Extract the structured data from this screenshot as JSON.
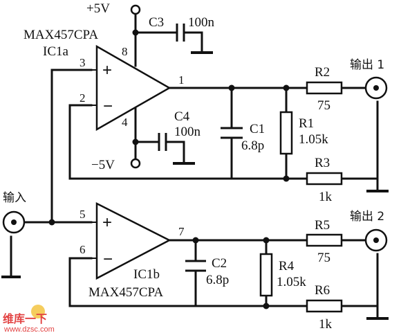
{
  "supply": {
    "positive": "+5V",
    "negative": "−5V"
  },
  "ic1a": {
    "part": "MAX457CPA",
    "ref": "IC1a",
    "pins": {
      "noninv": "3",
      "inv": "2",
      "out": "1",
      "vpos": "8",
      "vneg": "4"
    },
    "noninv_sign": "+",
    "inv_sign": "−"
  },
  "ic1b": {
    "part": "MAX457CPA",
    "ref": "IC1b",
    "pins": {
      "noninv": "5",
      "inv": "6",
      "out": "7"
    },
    "noninv_sign": "+",
    "inv_sign": "−"
  },
  "capacitors": {
    "c1": {
      "ref": "C1",
      "value": "6.8p"
    },
    "c2": {
      "ref": "C2",
      "value": "6.8p"
    },
    "c3": {
      "ref": "C3",
      "value": "100n"
    },
    "c4": {
      "ref": "C4",
      "value": "100n"
    }
  },
  "resistors": {
    "r1": {
      "ref": "R1",
      "value": "1.05k"
    },
    "r2": {
      "ref": "R2",
      "value": "75"
    },
    "r3": {
      "ref": "R3",
      "value": "1k"
    },
    "r4": {
      "ref": "R4",
      "value": "1.05k"
    },
    "r5": {
      "ref": "R5",
      "value": "75"
    },
    "r6": {
      "ref": "R6",
      "value": "1k"
    }
  },
  "connectors": {
    "input": "输入",
    "output1": "输出 1",
    "output2": "输出 2"
  },
  "watermark": {
    "logo_text": "维库一下",
    "url": "www.dzsc.com"
  }
}
